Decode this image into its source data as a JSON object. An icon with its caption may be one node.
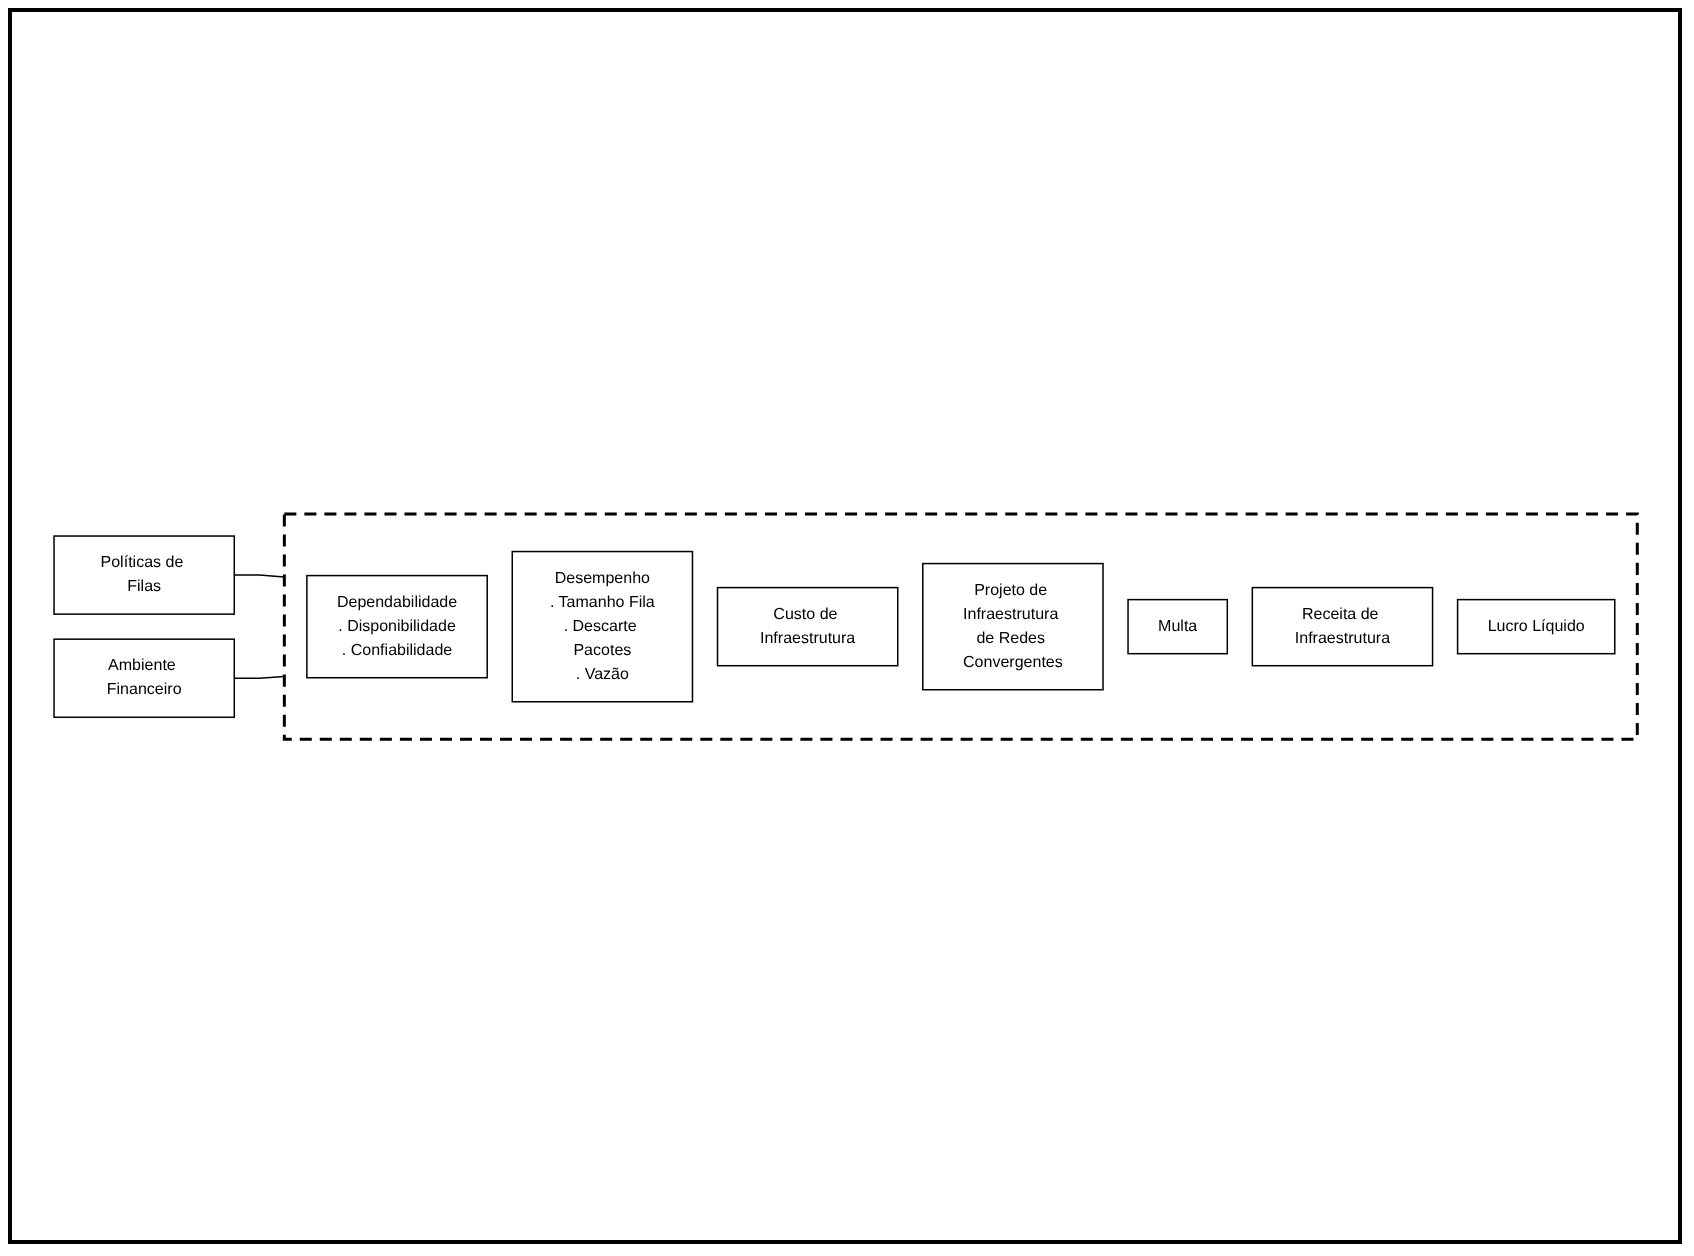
{
  "diagram": {
    "nodes": [
      {
        "text": [],
        "shape": "box"
      },
      {
        "text": [
          "Dependabilidade",
          ". Disponibilidade",
          ". Confiabilidade"
        ],
        "in": 0
      },
      {
        "text": [
          "Desempenho",
          ". Tamanho Fila",
          ". Descarte Pacotes",
          ". Vazão"
        ],
        "in": 0
      },
      {
        "text": [
          "Custo de Infraestrutura"
        ],
        "in": 0
      },
      {
        "text": [
          "Projeto de Infraestrutura de Redes Convergentes"
        ],
        "in": 0
      },
      {
        "text": [
          "Multa"
        ],
        "in": 0
      },
      {
        "text": [
          "Receita de Infraestrutura"
        ],
        "in": 0
      },
      {
        "text": [
          "Lucro Líquido"
        ],
        "in": 0
      },
      {
        "text": [
          "Políticas de Filas"
        ]
      },
      {
        "text": [
          "Ambiente Financeiro"
        ]
      }
    ],
    "edges": [
      {
        "from": 8,
        "to": 0,
        "arrow": "none"
      },
      {
        "from": 9,
        "to": 0,
        "arrow": "none"
      }
    ]
  }
}
